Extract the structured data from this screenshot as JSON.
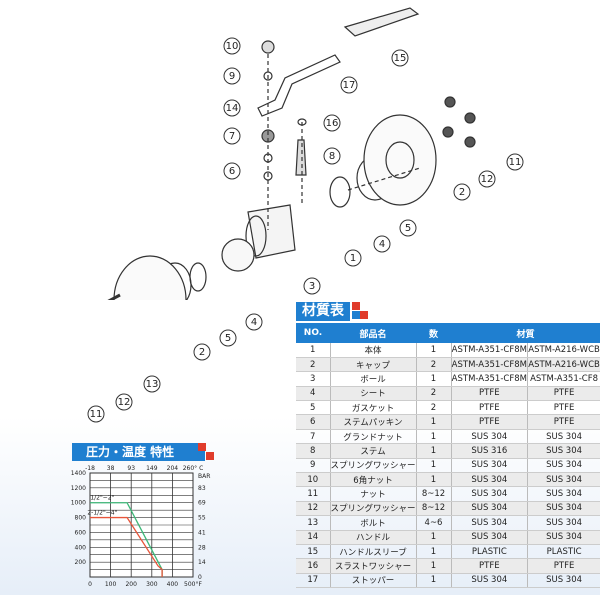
{
  "callouts": [
    "10",
    "9",
    "14",
    "7",
    "6",
    "17",
    "16",
    "8",
    "15",
    "2",
    "12",
    "11",
    "5",
    "4",
    "1",
    "3",
    "4",
    "5",
    "2",
    "13",
    "12",
    "11"
  ],
  "materials": {
    "title": "材質表",
    "headers": [
      "NO.",
      "部品名",
      "数",
      "材質"
    ],
    "rows": [
      [
        "1",
        "本体",
        "1",
        "ASTM-A351-CF8M",
        "ASTM-A216-WCB"
      ],
      [
        "2",
        "キャップ",
        "2",
        "ASTM-A351-CF8M",
        "ASTM-A216-WCB"
      ],
      [
        "3",
        "ボール",
        "1",
        "ASTM-A351-CF8M",
        "ASTM-A351-CF8"
      ],
      [
        "4",
        "シート",
        "2",
        "PTFE",
        "PTFE"
      ],
      [
        "5",
        "ガスケット",
        "2",
        "PTFE",
        "PTFE"
      ],
      [
        "6",
        "ステムパッキン",
        "1",
        "PTFE",
        "PTFE"
      ],
      [
        "7",
        "グランドナット",
        "1",
        "SUS 304",
        "SUS 304"
      ],
      [
        "8",
        "ステム",
        "1",
        "SUS 316",
        "SUS 304"
      ],
      [
        "9",
        "スプリングワッシャー",
        "1",
        "SUS 304",
        "SUS 304"
      ],
      [
        "10",
        "6角ナット",
        "1",
        "SUS 304",
        "SUS 304"
      ],
      [
        "11",
        "ナット",
        "8~12",
        "SUS 304",
        "SUS 304"
      ],
      [
        "12",
        "スプリングワッシャー",
        "8~12",
        "SUS 304",
        "SUS 304"
      ],
      [
        "13",
        "ボルト",
        "4~6",
        "SUS 304",
        "SUS 304"
      ],
      [
        "14",
        "ハンドル",
        "1",
        "SUS 304",
        "SUS 304"
      ],
      [
        "15",
        "ハンドルスリーブ",
        "1",
        "PLASTIC",
        "PLASTIC"
      ],
      [
        "16",
        "スラストワッシャー",
        "1",
        "PTFE",
        "PTFE"
      ],
      [
        "17",
        "ストッパー",
        "1",
        "SUS 304",
        "SUS 304"
      ]
    ]
  },
  "chart_data": {
    "type": "line",
    "title": "圧力・温度 特性",
    "xlabel": "°F",
    "x2label": "° C",
    "y2label": "BAR",
    "xlim": [
      0,
      500
    ],
    "ylim": [
      0,
      1400
    ],
    "xticks": [
      "0",
      "100",
      "200",
      "300",
      "400",
      "500°F"
    ],
    "x2ticks": [
      "-18",
      "38",
      "93",
      "149",
      "204",
      "260° C"
    ],
    "yticks": [
      "200",
      "400",
      "600",
      "800",
      "1000",
      "1200",
      "1400"
    ],
    "y2ticks": [
      "0",
      "14",
      "28",
      "41",
      "55",
      "69",
      "83"
    ],
    "grid": true,
    "series": [
      {
        "name": "1/2\"~2\"",
        "color": "#3cb878",
        "x": [
          0,
          180,
          350,
          350
        ],
        "y": [
          1000,
          1000,
          100,
          0
        ]
      },
      {
        "name": "2-1/2\"~4\"",
        "color": "#e8553a",
        "x": [
          0,
          180,
          330,
          350,
          350
        ],
        "y": [
          800,
          800,
          150,
          100,
          0
        ]
      }
    ]
  },
  "colors": {
    "accent": "#1f7fd0",
    "red": "#e03c2c"
  }
}
